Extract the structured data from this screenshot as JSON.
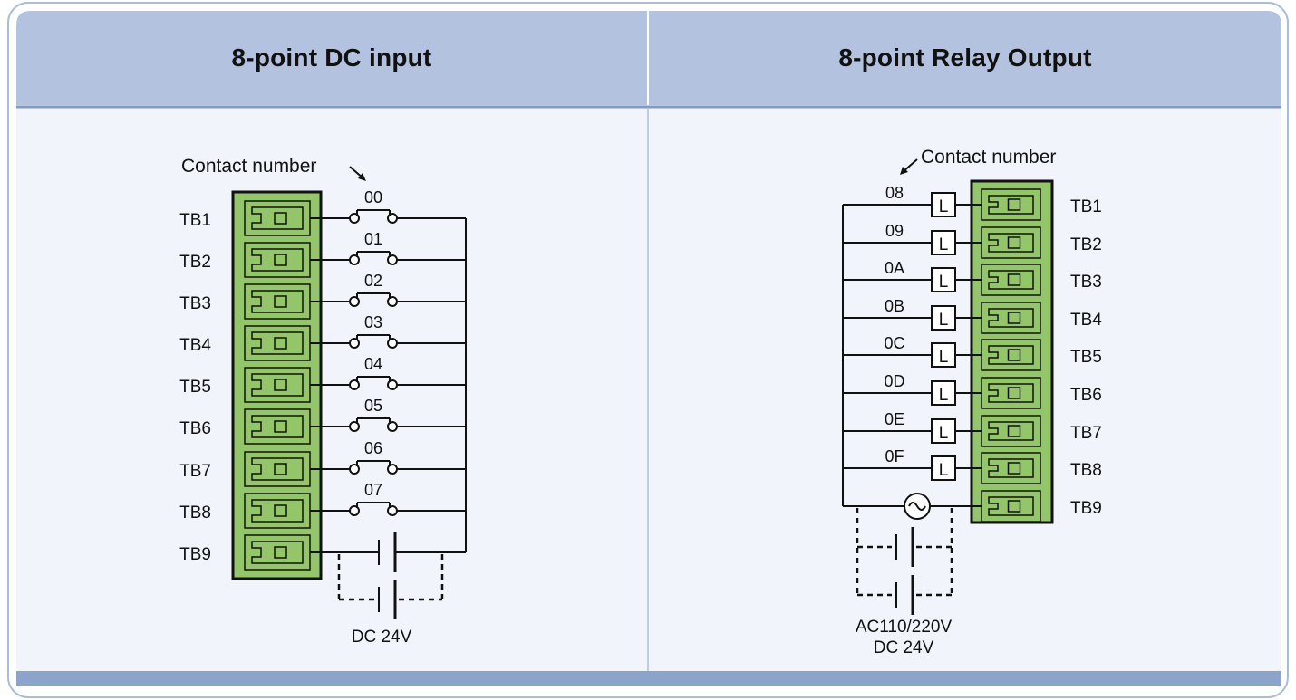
{
  "panels": {
    "left": {
      "title": "8-point DC input",
      "contact_label": "Contact number",
      "terminals": [
        "TB1",
        "TB2",
        "TB3",
        "TB4",
        "TB5",
        "TB6",
        "TB7",
        "TB8",
        "TB9"
      ],
      "contacts": [
        "00",
        "01",
        "02",
        "03",
        "04",
        "05",
        "06",
        "07"
      ],
      "supply_label": "DC 24V"
    },
    "right": {
      "title": "8-point Relay Output",
      "contact_label": "Contact number",
      "terminals": [
        "TB1",
        "TB2",
        "TB3",
        "TB4",
        "TB5",
        "TB6",
        "TB7",
        "TB8",
        "TB9"
      ],
      "contacts": [
        "08",
        "09",
        "0A",
        "0B",
        "0C",
        "0D",
        "0E",
        "0F"
      ],
      "load_symbol": "L",
      "supply_label_1": "AC110/220V",
      "supply_label_2": "DC 24V"
    }
  },
  "colors": {
    "header_bg": "#b3c3df",
    "panel_bg": "#f1f5fb",
    "border": "#8aa4cb",
    "terminal_fill": "#93c669"
  }
}
